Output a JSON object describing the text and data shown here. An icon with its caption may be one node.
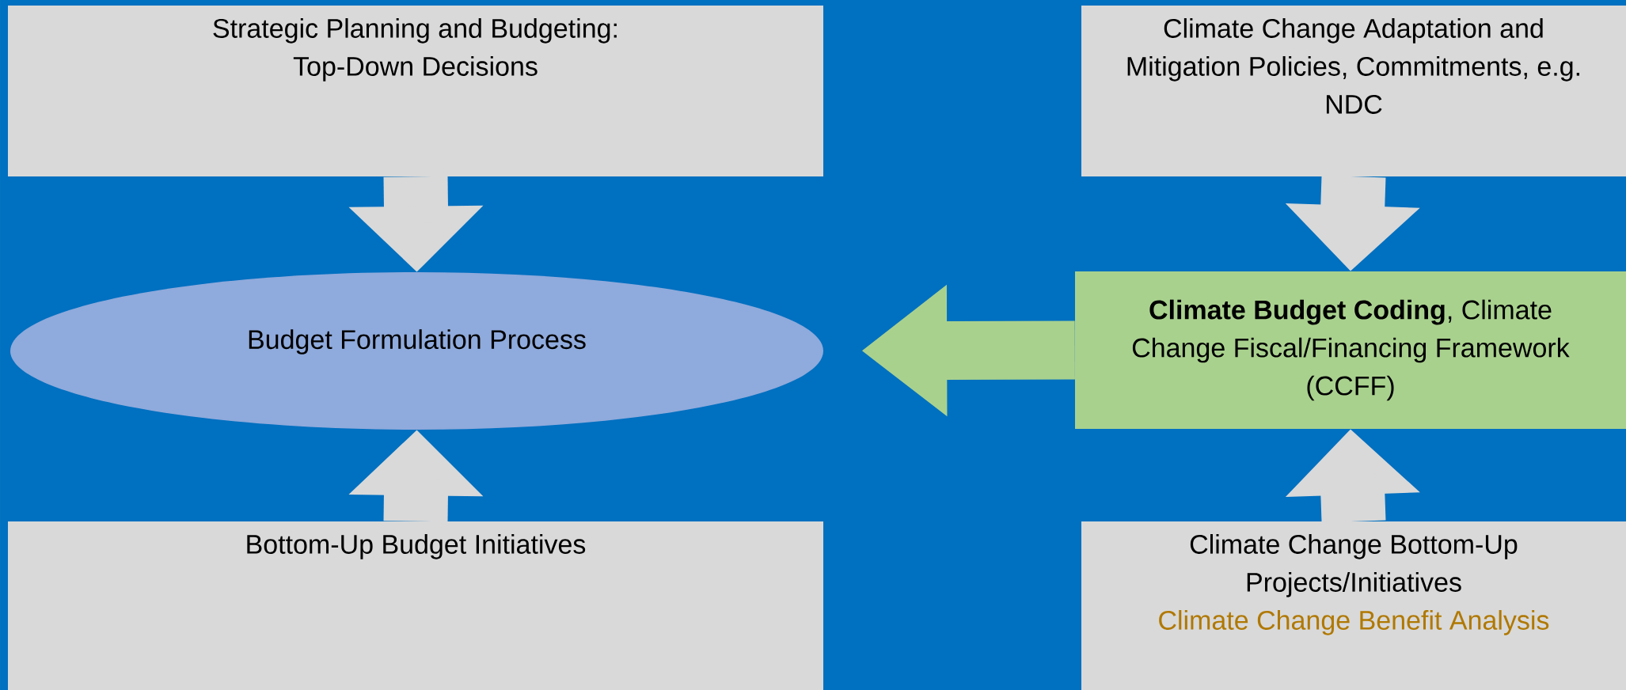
{
  "diagram": {
    "nodes": [
      {
        "text": [
          "Strategic Planning and Budgeting: Top-Down Decisions"
        ]
      },
      {
        "text": [
          "Climate Change Adaptation and Mitigation Policies, Commitments, e.g. NDC"
        ]
      },
      {
        "text": [
          "Budget Formulation Process"
        ]
      },
      {
        "text": [
          "**Climate Budget Coding**, Climate Change Fiscal/Financing Framework (CCFF)"
        ]
      },
      {
        "text": [
          "Bottom-Up Budget Initiatives"
        ]
      },
      {
        "text": [
          "Climate Change Bottom-Up Projects/Initiatives",
          "Climate Change Benefit Analysis"
        ]
      }
    ],
    "edges": [
      {
        "from": 0,
        "to": 2,
        "arrow": "to"
      },
      {
        "from": 1,
        "to": 3,
        "arrow": "to"
      },
      {
        "from": 3,
        "to": 2,
        "arrow": "to",
        "color": "#a9d18e"
      },
      {
        "from": 4,
        "to": 2,
        "arrow": "to"
      },
      {
        "from": 5,
        "to": 3,
        "arrow": "to"
      }
    ]
  }
}
